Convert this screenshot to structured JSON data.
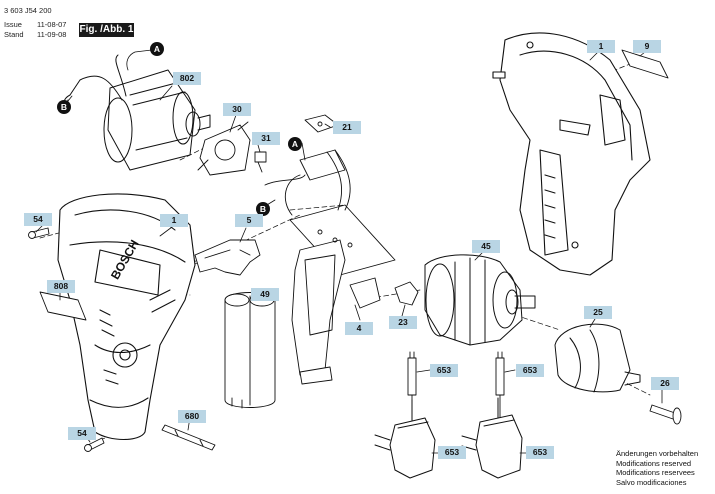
{
  "header": {
    "doc_number": "3 603 J54 200",
    "issue_label": "Issue",
    "issue_date": "11-08-07",
    "stand_label": "Stand",
    "stand_date": "11-09-08",
    "figure_title": "Fig. /Abb. 1"
  },
  "parts": {
    "p1_housing_left": "1",
    "p1_housing_right": "1",
    "p4_switch": "4",
    "p5_clip": "5",
    "p9_label_plate": "9",
    "p21_slide": "21",
    "p23_lever": "23",
    "p25_chuck": "25",
    "p26_screw": "26",
    "p30_bracket": "30",
    "p31_screw": "31",
    "p45_gearbox": "45",
    "p49_battery": "49",
    "p54_screw_top": "54",
    "p54_screw_bottom": "54",
    "p653_charger_left": "653",
    "p653_charger_right": "653",
    "p653_plug_left": "653",
    "p653_plug_right": "653",
    "p680_bit": "680",
    "p802_motor": "802",
    "p808_nameplate": "808"
  },
  "markers": {
    "a_top": "A",
    "a_switch": "A",
    "b_motor": "B",
    "b_switch": "B"
  },
  "brand_text": "BOSCH",
  "notes": [
    "Änderungen vorbehalten",
    "Modifications reserved",
    "Modifications reservees",
    "Salvo modificaciones"
  ],
  "colors": {
    "tag_fill": "#b9d5e4",
    "line": "#111111"
  }
}
